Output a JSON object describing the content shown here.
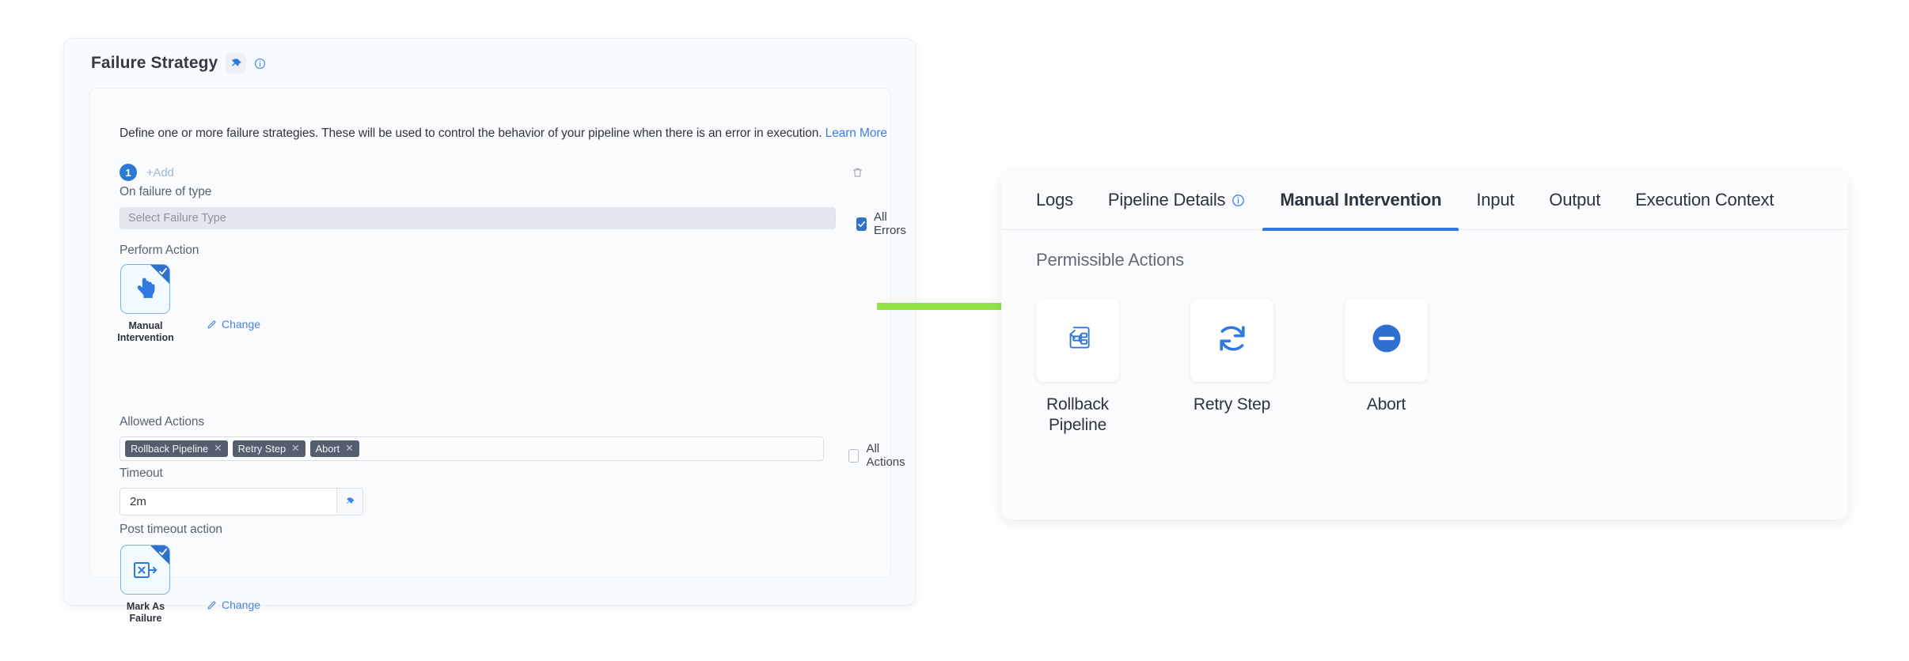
{
  "failure_strategy": {
    "title": "Failure Strategy",
    "pin_icon": "pin-icon",
    "info_icon": "info-circle-icon",
    "description": "Define one or more failure strategies. These will be used to control the behavior of your pipeline when there is an error in execution.",
    "learn_more": "Learn More",
    "strategy_index": "1",
    "add_label": "+Add",
    "delete_icon": "trash-icon",
    "fields": {
      "on_failure_of_type": {
        "label": "On failure of type",
        "placeholder": "Select Failure Type",
        "value": ""
      },
      "all_errors": {
        "label": "All Errors",
        "checked": true
      },
      "perform_action": {
        "label": "Perform Action",
        "selected_icon": "pointing-hand-icon",
        "selected_name": "Manual Intervention",
        "change_label": "Change",
        "change_icon": "pencil-icon"
      },
      "allowed_actions": {
        "label": "Allowed Actions",
        "chips": [
          "Rollback Pipeline",
          "Retry Step",
          "Abort"
        ],
        "remove_icon": "close-x-icon"
      },
      "all_actions": {
        "label": "All Actions",
        "checked": false
      },
      "timeout": {
        "label": "Timeout",
        "value": "2m",
        "pin_icon": "pin-icon"
      },
      "post_timeout_action": {
        "label": "Post timeout action",
        "selected_icon": "mark-as-failure-icon",
        "selected_name": "Mark As Failure",
        "change_label": "Change",
        "change_icon": "pencil-icon"
      }
    }
  },
  "arrow": {
    "name": "green-arrow",
    "color": "#93e247"
  },
  "details_panel": {
    "tabs": [
      {
        "label": "Logs",
        "active": false,
        "icon": null
      },
      {
        "label": "Pipeline Details",
        "active": false,
        "icon": "info-circle-icon"
      },
      {
        "label": "Manual Intervention",
        "active": true,
        "icon": null
      },
      {
        "label": "Input",
        "active": false,
        "icon": null
      },
      {
        "label": "Output",
        "active": false,
        "icon": null
      },
      {
        "label": "Execution Context",
        "active": false,
        "icon": null
      }
    ],
    "section_title": "Permissible Actions",
    "actions": [
      {
        "label": "Rollback Pipeline",
        "icon": "rollback-pipeline-icon"
      },
      {
        "label": "Retry Step",
        "icon": "retry-refresh-icon"
      },
      {
        "label": "Abort",
        "icon": "abort-minus-circle-icon"
      }
    ]
  },
  "colors": {
    "accent_blue": "#2f7ae0",
    "chip_gray": "#555e6e",
    "arrow_green": "#93e247",
    "panel_bg": "#fafbfd"
  }
}
